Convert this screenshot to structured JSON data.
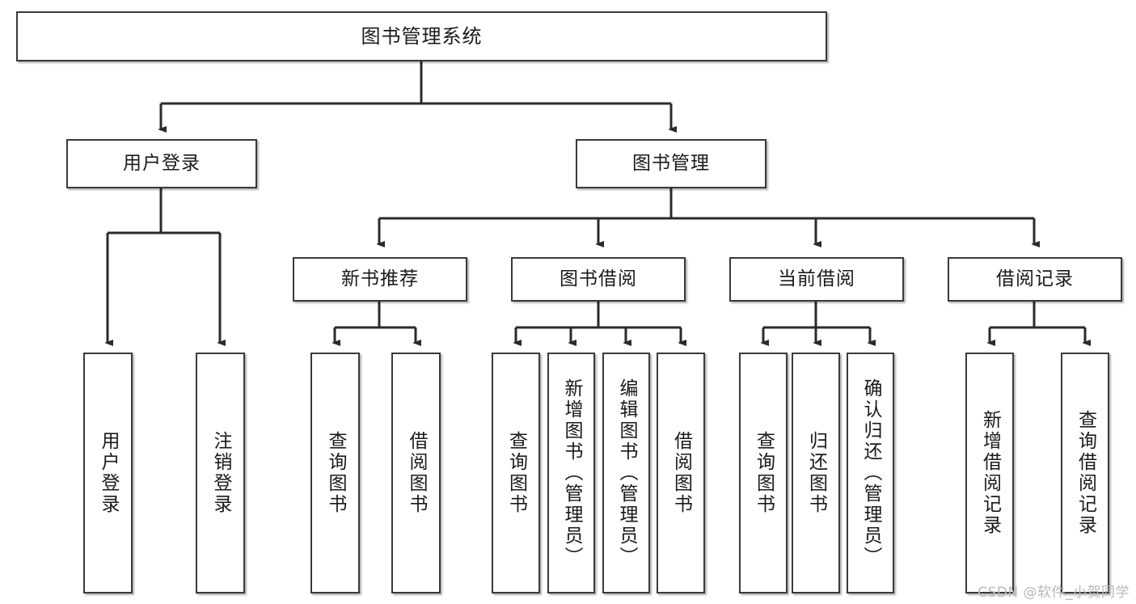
{
  "diagram": {
    "title": "图书管理系统",
    "type": "tree-hierarchy-diagram",
    "colors": {
      "node_border": "#3a3a3a",
      "node_fill": "#ffffff",
      "edge": "#2b2b2b",
      "text": "#1a1a1a",
      "watermark": "#b9b9b9",
      "background": "#ffffff"
    },
    "root": {
      "label": "图书管理系统"
    },
    "level2": [
      {
        "label": "用户登录"
      },
      {
        "label": "图书管理"
      }
    ],
    "level3": [
      {
        "label": "新书推荐"
      },
      {
        "label": "图书借阅"
      },
      {
        "label": "当前借阅"
      },
      {
        "label": "借阅记录"
      }
    ],
    "leaves": {
      "user_login": [
        {
          "label": "用户登录"
        },
        {
          "label": "注销登录"
        }
      ],
      "new_book_recommend": [
        {
          "label": "查询图书"
        },
        {
          "label": "借阅图书"
        }
      ],
      "book_borrow": [
        {
          "label": "查询图书"
        },
        {
          "label": "新增图书（管理员）"
        },
        {
          "label": "编辑图书（管理员）"
        },
        {
          "label": "借阅图书"
        }
      ],
      "current_borrow": [
        {
          "label": "查询图书"
        },
        {
          "label": "归还图书"
        },
        {
          "label": "确认归还（管理员）"
        }
      ],
      "borrow_record": [
        {
          "label": "新增借阅记录"
        },
        {
          "label": "查询借阅记录"
        }
      ]
    }
  },
  "watermark": {
    "text": "CSDN @软件_小贺同学"
  }
}
